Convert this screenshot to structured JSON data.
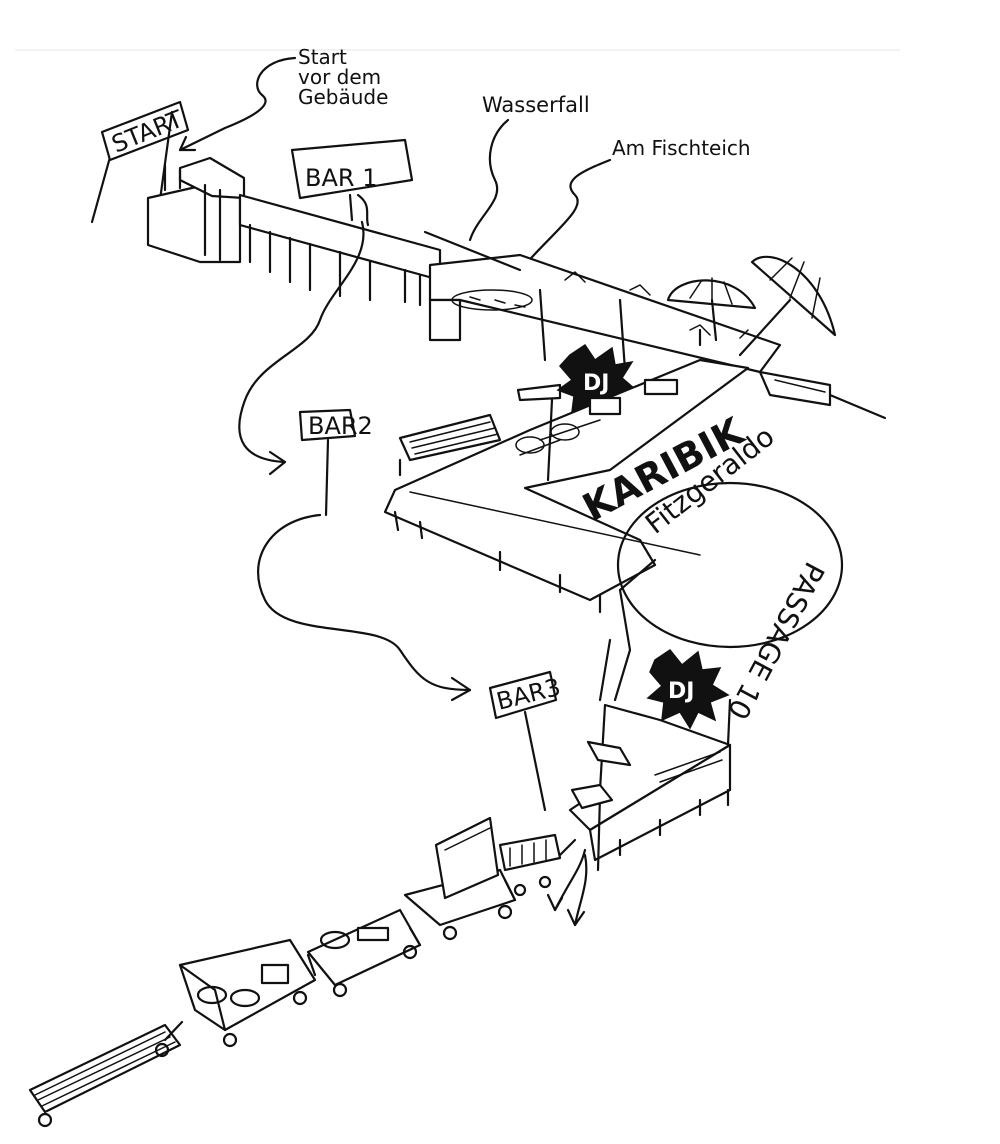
{
  "annotations": {
    "start_note_line1": "Start",
    "start_note_line2": "vor dem",
    "start_note_line3": "Gebäude",
    "wasserfall": "Wasserfall",
    "fischteich": "Am Fischteich"
  },
  "signs": {
    "start": "START",
    "bar1": "BAR 1",
    "bar2": "BAR2",
    "bar3": "BAR3"
  },
  "badges": {
    "dj_top": "DJ",
    "dj_bottom": "DJ"
  },
  "areas": {
    "karibik": "KARIBIK",
    "fitzgeraldo": "Fitzgeraldo",
    "passage": "PASSAGE 10"
  },
  "colors": {
    "ink": "#111111",
    "paper": "#ffffff"
  }
}
